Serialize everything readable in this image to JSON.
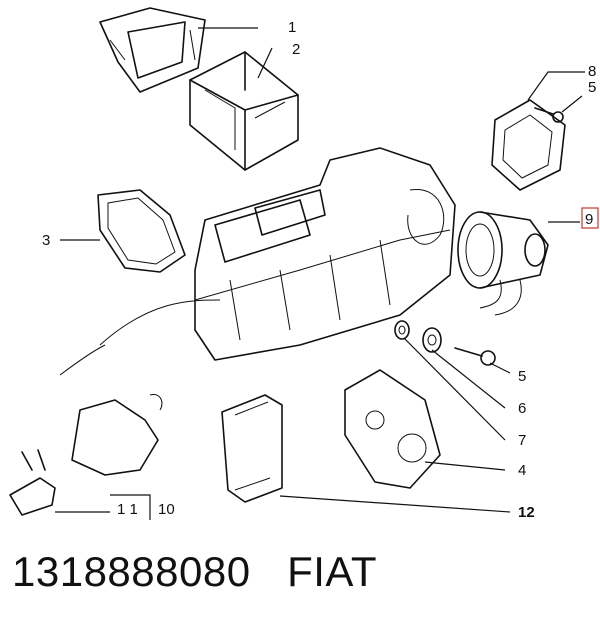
{
  "callouts": {
    "c1": "1",
    "c2": "2",
    "c3": "3",
    "c4": "4",
    "c5a": "5",
    "c5b": "5",
    "c6": "6",
    "c7": "7",
    "c8": "8",
    "c9": "9",
    "c10": "10",
    "c11": "1 1",
    "c12": "12"
  },
  "colors": {
    "highlight": "#c0392b",
    "ink": "#111111"
  },
  "caption": {
    "part_number": "1318888080",
    "brand": "FIAT"
  }
}
